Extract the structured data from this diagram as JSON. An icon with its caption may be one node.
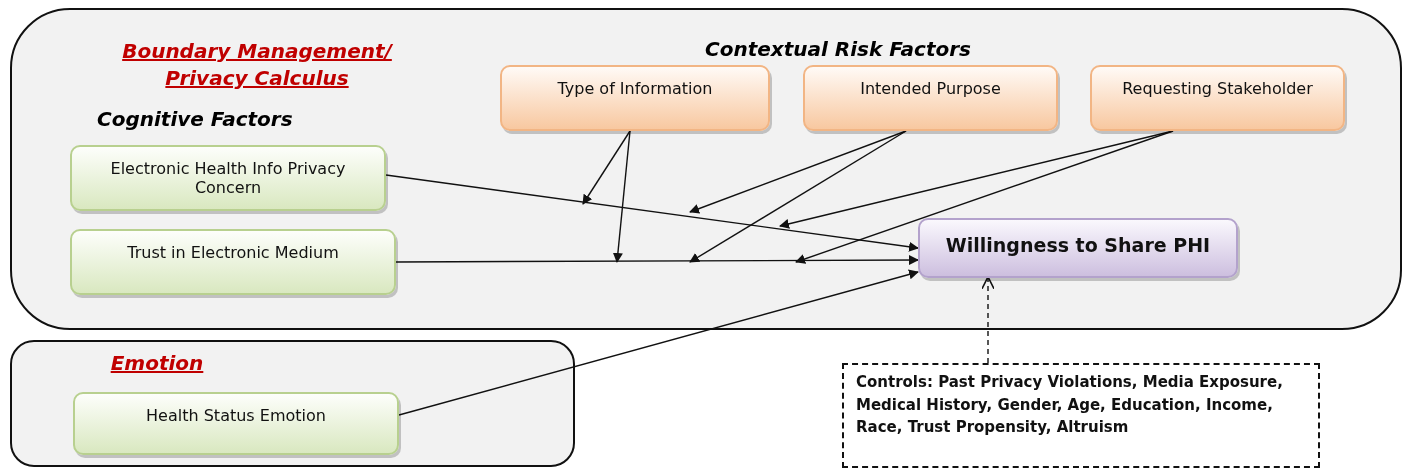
{
  "diagram": {
    "nodes": [
      {
        "text": [
          "Boundary Management/ Privacy Calculus"
        ]
      },
      {
        "text": [
          "Type of Information"
        ],
        "in": 0
      },
      {
        "text": [
          "Intended Purpose"
        ],
        "in": 0
      },
      {
        "text": [
          "Requesting Stakeholder"
        ],
        "in": 0
      },
      {
        "text": [
          "Electronic Health Info Privacy Concern"
        ],
        "in": 0
      },
      {
        "text": [
          "Trust in Electronic Medium"
        ],
        "in": 0
      },
      {
        "text": [
          "Willingness to Share PHI"
        ],
        "in": 0
      },
      {
        "text": [
          "Emotion"
        ]
      },
      {
        "text": [
          "Health Status Emotion"
        ],
        "in": 7
      },
      {
        "text": [
          "Controls: Past Privacy Violations, Media Exposure, Medical History, Gender, Age, Education, Income, Race, Trust Propensity, Altruism"
        ]
      }
    ],
    "edges": [
      {
        "from": 4,
        "to": 6,
        "arrow": "to"
      },
      {
        "from": 5,
        "to": 6,
        "arrow": "to"
      },
      {
        "from": 8,
        "to": 6,
        "arrow": "to"
      },
      {
        "from": 9,
        "to": 6,
        "arrow": "to",
        "style": "dashed"
      },
      {
        "from": 1,
        "to": null,
        "arrow": "to"
      },
      {
        "from": 1,
        "to": null,
        "arrow": "to"
      },
      {
        "from": 2,
        "to": null,
        "arrow": "to"
      },
      {
        "from": 2,
        "to": null,
        "arrow": "to"
      },
      {
        "from": 3,
        "to": null,
        "arrow": "to"
      },
      {
        "from": 3,
        "to": null,
        "arrow": "to"
      }
    ],
    "labels": [
      "Cognitive Factors",
      "Contextual Risk Factors"
    ]
  }
}
